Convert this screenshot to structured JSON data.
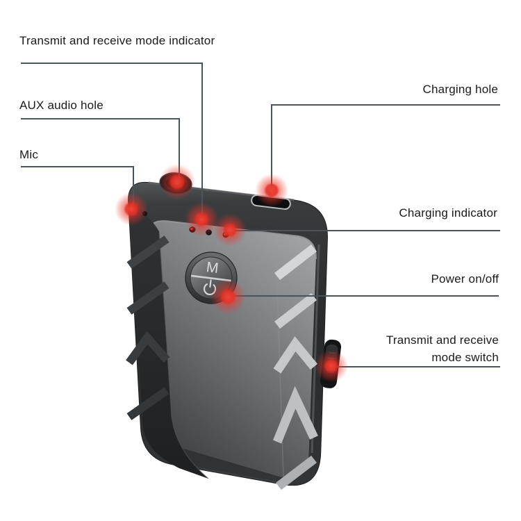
{
  "background_color": "#ffffff",
  "callout_style": {
    "line_color": "#49545a",
    "text_color": "#1a1a1a",
    "glow_color": "#e93325"
  },
  "callouts": {
    "mode_indicator": {
      "label": "Transmit and receive mode indicator"
    },
    "aux_audio_hole": {
      "label": "AUX audio hole"
    },
    "mic": {
      "label": "Mic"
    },
    "charging_hole": {
      "label": "Charging hole"
    },
    "charging_indicator": {
      "label": "Charging indicator"
    },
    "power": {
      "label": "Power on/off"
    },
    "mode_switch": {
      "label": "Transmit and receive mode switch"
    }
  },
  "device": {
    "mode_button_letter": "M",
    "body_color": "#2c2e30",
    "face_light_color": "#abaeb1",
    "face_dark_color": "#3a3c3e"
  }
}
